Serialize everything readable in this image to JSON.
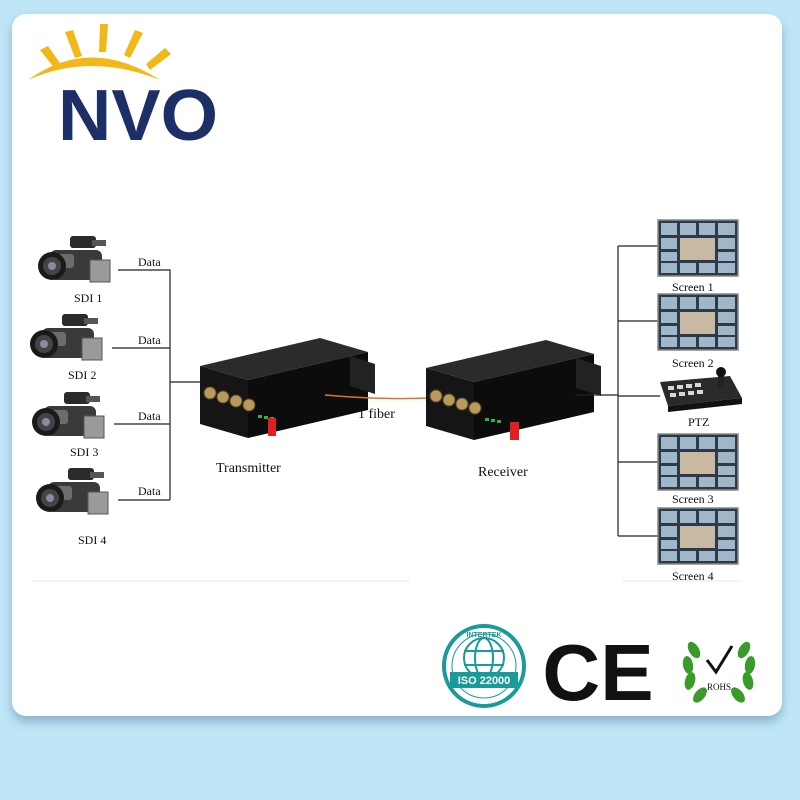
{
  "brand": {
    "logo_text": "NVO"
  },
  "cameras": [
    {
      "label": "SDI 1",
      "link_label": "Data"
    },
    {
      "label": "SDI 2",
      "link_label": "Data"
    },
    {
      "label": "SDI 3",
      "link_label": "Data"
    },
    {
      "label": "SDI 4",
      "link_label": "Data"
    }
  ],
  "transmitter": {
    "label": "Transmitter"
  },
  "fiber": {
    "label": "1 fiber"
  },
  "receiver": {
    "label": "Receiver"
  },
  "outputs": [
    {
      "label": "Screen 1",
      "kind": "screen"
    },
    {
      "label": "Screen 2",
      "kind": "screen"
    },
    {
      "label": "PTZ",
      "kind": "ptz"
    },
    {
      "label": "Screen 3",
      "kind": "screen"
    },
    {
      "label": "Screen 4",
      "kind": "screen"
    }
  ],
  "certifications": {
    "iso_top": "INTERTEK",
    "iso_main": "ISO 22000",
    "ce": "CE",
    "rohs": "ROHS"
  },
  "colors": {
    "logo_blue": "#1c2f67",
    "sun": "#f2b818",
    "fiber": "#d9732b",
    "iso_teal": "#1a9a9a",
    "rohs_green": "#3a9a2a"
  }
}
